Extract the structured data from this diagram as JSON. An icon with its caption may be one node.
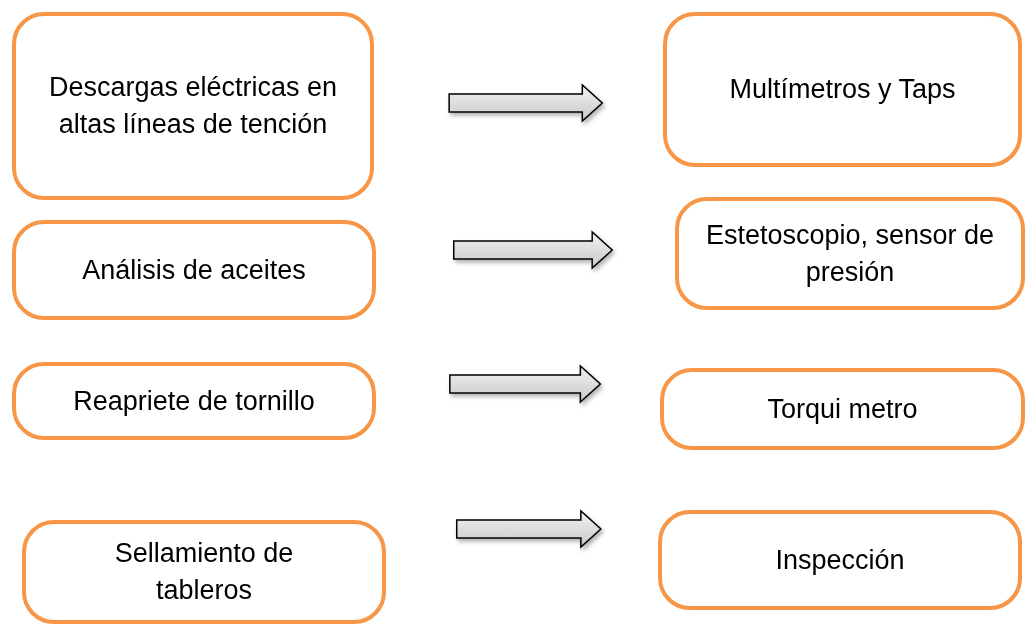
{
  "diagram": {
    "nodes": [
      {
        "text": [
          "Descargas eléctricas en altas líneas de tención"
        ]
      },
      {
        "text": [
          "Análisis de aceites"
        ]
      },
      {
        "text": [
          "Reapriete de tornillo"
        ]
      },
      {
        "text": [
          "Sellamiento de tableros"
        ]
      },
      {
        "text": [
          "Multímetros y Taps"
        ]
      },
      {
        "text": [
          "Estetoscopio, sensor de presión"
        ]
      },
      {
        "text": [
          "Torqui metro"
        ]
      },
      {
        "text": [
          "Inspección"
        ]
      }
    ],
    "edges": [
      {
        "from": 0,
        "to": 4,
        "arrow": "to"
      },
      {
        "from": 1,
        "to": 5,
        "arrow": "to"
      },
      {
        "from": 2,
        "to": 6,
        "arrow": "to"
      },
      {
        "from": 3,
        "to": 7,
        "arrow": "to"
      }
    ]
  }
}
